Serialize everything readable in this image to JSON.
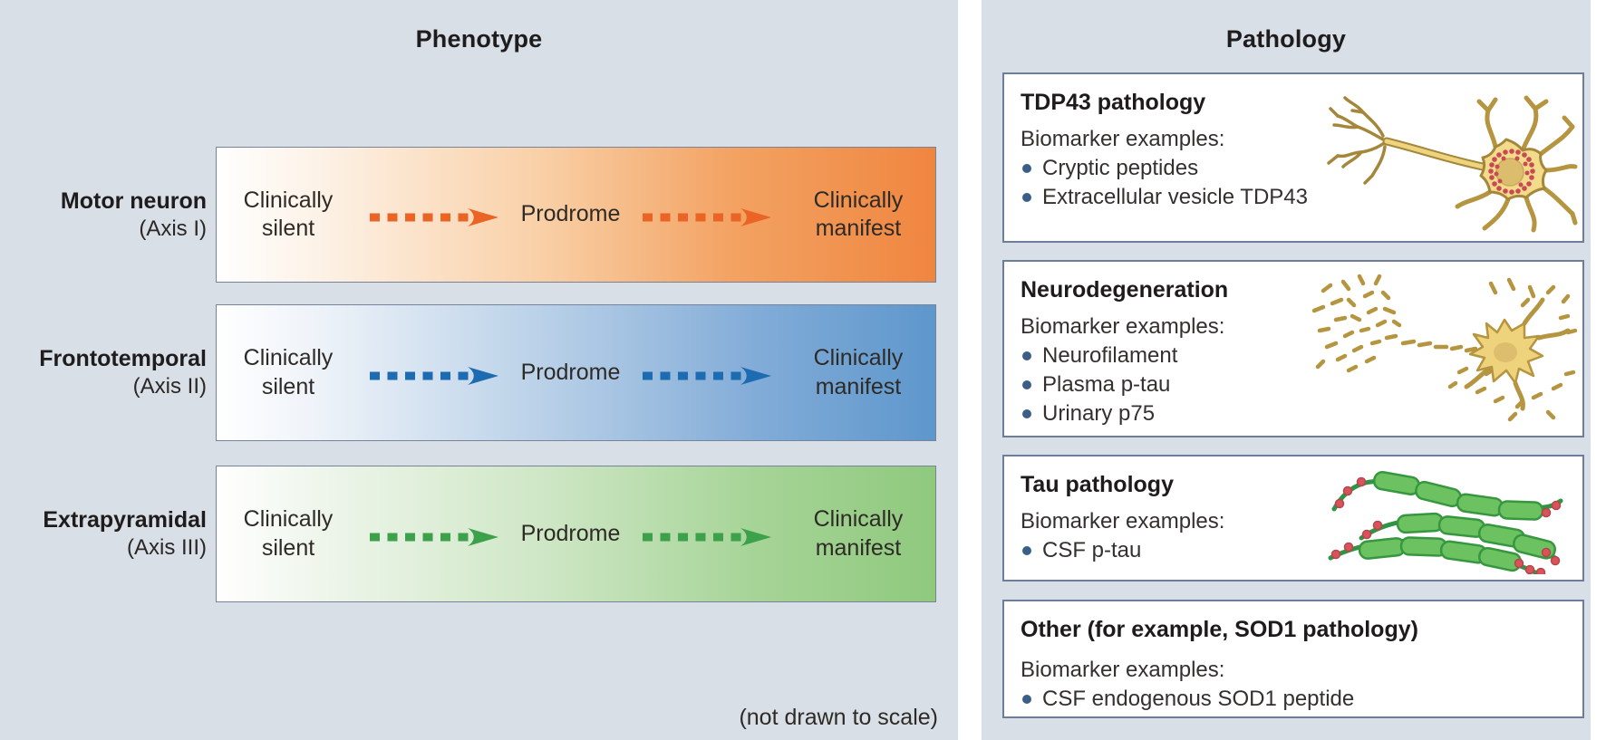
{
  "page": {
    "background": "#ffffff",
    "panel_background": "#d9dfe6",
    "box_border_color": "#6e7e9a",
    "bullet_color": "#3b5e89"
  },
  "phenotype": {
    "title": "Phenotype",
    "note": "(not drawn to scale)",
    "rows": [
      {
        "name": "Motor neuron",
        "axis": "(Axis I)",
        "stage_start": "Clinically\nsilent",
        "stage_mid": "Prodrome",
        "stage_end": "Clinically\nmanifest",
        "bar_end_color": "#ef8640",
        "arrow_color": "#ea6426"
      },
      {
        "name": "Frontotemporal",
        "axis": "(Axis II)",
        "stage_start": "Clinically\nsilent",
        "stage_mid": "Prodrome",
        "stage_end": "Clinically\nmanifest",
        "bar_end_color": "#5e97cc",
        "arrow_color": "#1d6cb1"
      },
      {
        "name": "Extrapyramidal",
        "axis": "(Axis III)",
        "stage_start": "Clinically\nsilent",
        "stage_mid": "Prodrome",
        "stage_end": "Clinically\nmanifest",
        "bar_end_color": "#8fc97e",
        "arrow_color": "#3da04b"
      }
    ]
  },
  "pathology": {
    "title": "Pathology",
    "boxes": [
      {
        "title": "TDP43 pathology",
        "intro": "Biomarker examples:",
        "bullets": [
          "Cryptic peptides",
          "Extracellular vesicle TDP43"
        ],
        "illustration": "neuron-with-tdp43-aggregates-icon"
      },
      {
        "title": "Neurodegeneration",
        "intro": "Biomarker examples:",
        "bullets": [
          "Neurofilament",
          "Plasma p-tau",
          "Urinary p75"
        ],
        "illustration": "degenerating-neuron-icon"
      },
      {
        "title": "Tau pathology",
        "intro": "Biomarker examples:",
        "bullets": [
          "CSF p-tau"
        ],
        "illustration": "tau-filaments-icon"
      },
      {
        "title": "Other (for example, SOD1 pathology)",
        "intro": "Biomarker examples:",
        "bullets": [
          "CSF endogenous SOD1 peptide"
        ],
        "illustration": ""
      }
    ]
  }
}
